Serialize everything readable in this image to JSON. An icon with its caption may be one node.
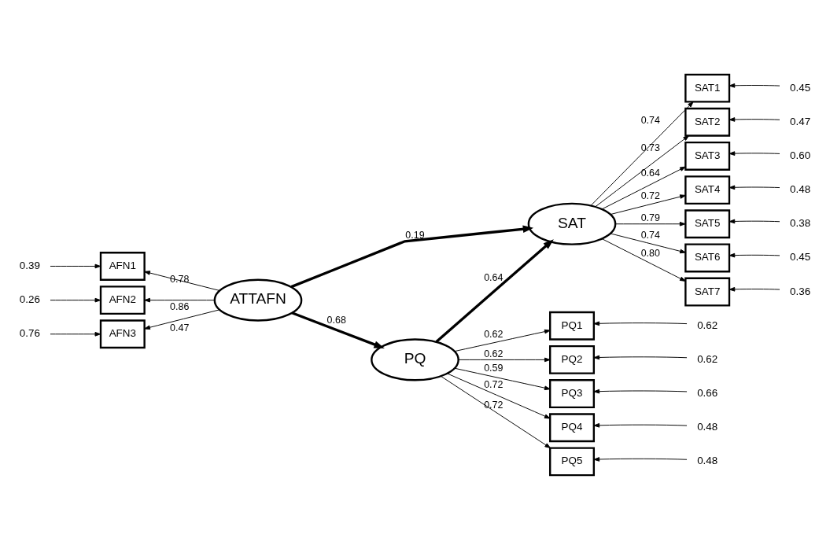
{
  "diagram": {
    "nodes": [
      {
        "text": [
          "ATTAFN"
        ]
      },
      {
        "text": [
          "PQ"
        ]
      },
      {
        "text": [
          "SAT"
        ]
      },
      {
        "text": [
          "AFN1"
        ]
      },
      {
        "text": [
          "AFN2"
        ]
      },
      {
        "text": [
          "AFN3"
        ]
      },
      {
        "text": [
          "PQ1"
        ]
      },
      {
        "text": [
          "PQ2"
        ]
      },
      {
        "text": [
          "PQ3"
        ]
      },
      {
        "text": [
          "PQ4"
        ]
      },
      {
        "text": [
          "PQ5"
        ]
      },
      {
        "text": [
          "SAT1"
        ]
      },
      {
        "text": [
          "SAT2"
        ]
      },
      {
        "text": [
          "SAT3"
        ]
      },
      {
        "text": [
          "SAT4"
        ]
      },
      {
        "text": [
          "SAT5"
        ]
      },
      {
        "text": [
          "SAT6"
        ]
      },
      {
        "text": [
          "SAT7"
        ]
      },
      {
        "text": [
          "0.39"
        ]
      },
      {
        "text": [
          "0.26"
        ]
      },
      {
        "text": [
          "0.76"
        ]
      },
      {
        "text": [
          "0.62"
        ]
      },
      {
        "text": [
          "0.62"
        ]
      },
      {
        "text": [
          "0.66"
        ]
      },
      {
        "text": [
          "0.48"
        ]
      },
      {
        "text": [
          "0.48"
        ]
      },
      {
        "text": [
          "0.45"
        ]
      },
      {
        "text": [
          "0.47"
        ]
      },
      {
        "text": [
          "0.60"
        ]
      },
      {
        "text": [
          "0.48"
        ]
      },
      {
        "text": [
          "0.38"
        ]
      },
      {
        "text": [
          "0.45"
        ]
      },
      {
        "text": [
          "0.36"
        ]
      }
    ],
    "edges": [
      {
        "from": 0,
        "to": 1,
        "arrow": "to",
        "label": "0.68",
        "style": "thick"
      },
      {
        "from": 0,
        "to": 2,
        "arrow": "to",
        "label": "0.19",
        "style": "thick"
      },
      {
        "from": 1,
        "to": 2,
        "arrow": "to",
        "label": "0.64",
        "style": "thick"
      },
      {
        "from": 0,
        "to": 3,
        "arrow": "to",
        "label": "0.78"
      },
      {
        "from": 0,
        "to": 4,
        "arrow": "to",
        "label": "0.86"
      },
      {
        "from": 0,
        "to": 5,
        "arrow": "to",
        "label": "0.47"
      },
      {
        "from": 1,
        "to": 6,
        "arrow": "to",
        "label": "0.62"
      },
      {
        "from": 1,
        "to": 7,
        "arrow": "to",
        "label": "0.62"
      },
      {
        "from": 1,
        "to": 8,
        "arrow": "to",
        "label": "0.59"
      },
      {
        "from": 1,
        "to": 9,
        "arrow": "to",
        "label": "0.72"
      },
      {
        "from": 1,
        "to": 10,
        "arrow": "to",
        "label": "0.72"
      },
      {
        "from": 2,
        "to": 11,
        "arrow": "to",
        "label": "0.74"
      },
      {
        "from": 2,
        "to": 12,
        "arrow": "to",
        "label": "0.73"
      },
      {
        "from": 2,
        "to": 13,
        "arrow": "to",
        "label": "0.64"
      },
      {
        "from": 2,
        "to": 14,
        "arrow": "to",
        "label": "0.72"
      },
      {
        "from": 2,
        "to": 15,
        "arrow": "to",
        "label": "0.79"
      },
      {
        "from": 2,
        "to": 16,
        "arrow": "to",
        "label": "0.74"
      },
      {
        "from": 2,
        "to": 17,
        "arrow": "to",
        "label": "0.80"
      },
      {
        "from": 18,
        "to": 3,
        "arrow": "to"
      },
      {
        "from": 19,
        "to": 4,
        "arrow": "to"
      },
      {
        "from": 20,
        "to": 5,
        "arrow": "to"
      },
      {
        "from": 21,
        "to": 6,
        "arrow": "to"
      },
      {
        "from": 22,
        "to": 7,
        "arrow": "to"
      },
      {
        "from": 23,
        "to": 8,
        "arrow": "to"
      },
      {
        "from": 24,
        "to": 9,
        "arrow": "to"
      },
      {
        "from": 25,
        "to": 10,
        "arrow": "to"
      },
      {
        "from": 26,
        "to": 11,
        "arrow": "to"
      },
      {
        "from": 27,
        "to": 12,
        "arrow": "to"
      },
      {
        "from": 28,
        "to": 13,
        "arrow": "to"
      },
      {
        "from": 29,
        "to": 14,
        "arrow": "to"
      },
      {
        "from": 30,
        "to": 15,
        "arrow": "to"
      },
      {
        "from": 31,
        "to": 16,
        "arrow": "to"
      },
      {
        "from": 32,
        "to": 17,
        "arrow": "to"
      }
    ]
  }
}
